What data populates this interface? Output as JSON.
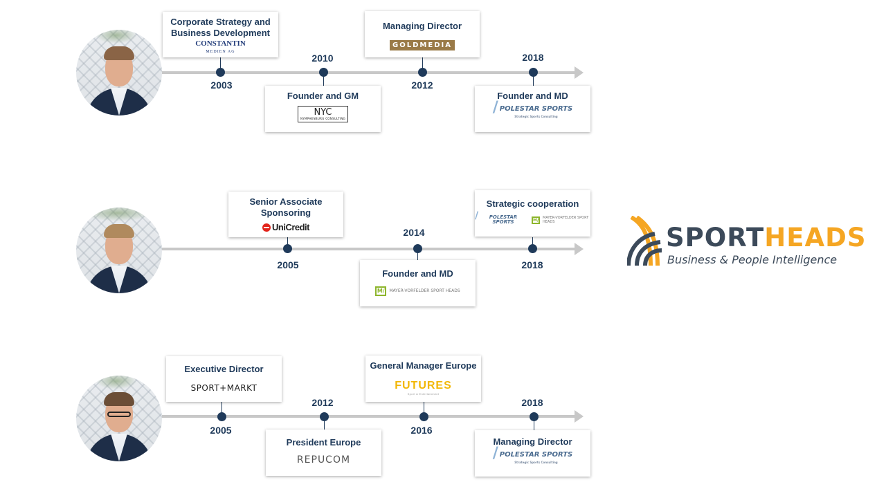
{
  "timelines": [
    {
      "person": "person-1",
      "years_below": [
        "2003",
        "2012"
      ],
      "years_above": [
        "2010",
        "2018"
      ],
      "cards": [
        {
          "title": "Corporate Strategy and Business Development",
          "logo": "CONSTANTIN",
          "logo_sub": "MEDIEN AG"
        },
        {
          "title": "Founder and GM",
          "logo": "NYC",
          "logo_sub": "NYMPHENBURG CONSULTING"
        },
        {
          "title": "Managing Director",
          "logo": "GOLDMEDIA"
        },
        {
          "title": "Founder and MD",
          "logo": "POLESTAR SPORTS",
          "logo_sub": "Strategic Sports Consulting"
        }
      ]
    },
    {
      "person": "person-2",
      "years_below": [
        "2005",
        "2018"
      ],
      "years_above": [
        "2014"
      ],
      "cards": [
        {
          "title": "Senior Associate Sponsoring",
          "logo": "UniCredit"
        },
        {
          "title": "Founder and MD",
          "logo": "MAYER-VORFELDER SPORT HEADS"
        },
        {
          "title": "Strategic cooperation",
          "logo": "POLESTAR SPORTS",
          "logo2": "MAYER-VORFELDER SPORT HEADS"
        }
      ]
    },
    {
      "person": "person-3",
      "years_below": [
        "2005",
        "2016"
      ],
      "years_above": [
        "2012",
        "2018"
      ],
      "cards": [
        {
          "title": "Executive Director",
          "logo": "SPORT+MARKT"
        },
        {
          "title": "President Europe",
          "logo": "REPUCOM"
        },
        {
          "title": "General Manager Europe",
          "logo": "FUTURES",
          "logo_sub": "Sport & Entertainment"
        },
        {
          "title": "Managing Director",
          "logo": "POLESTAR SPORTS",
          "logo_sub": "Strategic Sports Consulting"
        }
      ]
    }
  ],
  "brand": {
    "name_part1": "SPORT",
    "name_part2": "HEADS",
    "tagline": "Business & People Intelligence",
    "colors": {
      "dark": "#3c4a5a",
      "accent": "#f5a623"
    }
  },
  "colors": {
    "navy": "#1f3a5a",
    "axis": "#c8c8c8"
  }
}
